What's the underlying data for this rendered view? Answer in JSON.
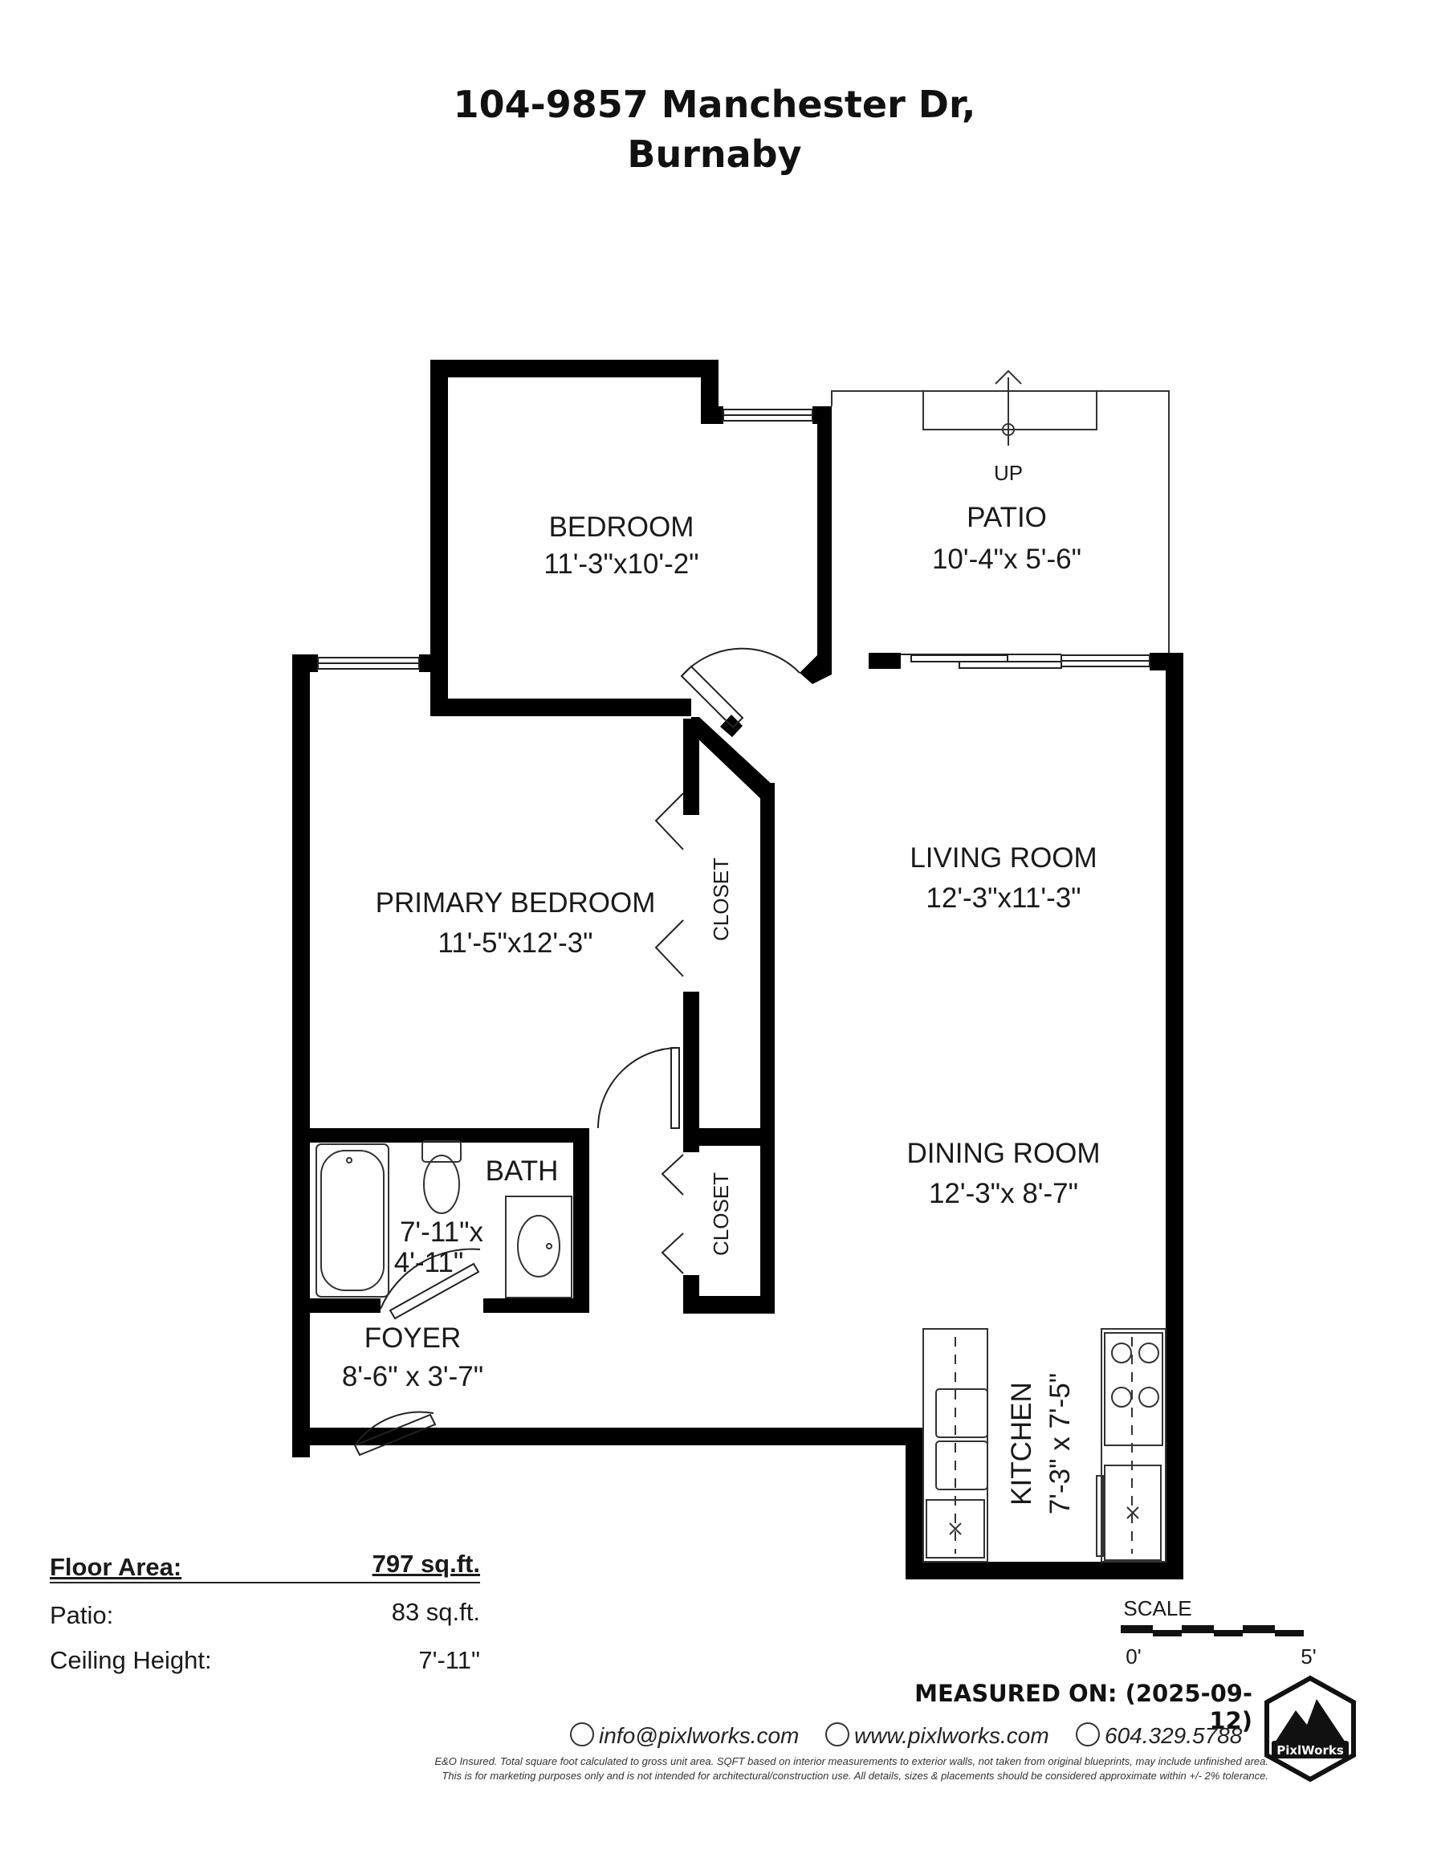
{
  "title": {
    "line1": "104-9857 Manchester Dr,",
    "line2": "Burnaby"
  },
  "rooms": {
    "bedroom": {
      "name": "BEDROOM",
      "dims": "11'-3\"x10'-2\""
    },
    "patio": {
      "name": "PATIO",
      "dims": "10'-4\"x  5'-6\"",
      "stair": "UP"
    },
    "living": {
      "name": "LIVING ROOM",
      "dims": "12'-3\"x11'-3\""
    },
    "primary": {
      "name": "PRIMARY BEDROOM",
      "dims": "11'-5\"x12'-3\""
    },
    "closet1": {
      "name": "CLOSET"
    },
    "closet2": {
      "name": "CLOSET"
    },
    "bath": {
      "name": "BATH",
      "dims1": "7'-11\"x",
      "dims2": "4'-11\""
    },
    "dining": {
      "name": "DINING ROOM",
      "dims": "12'-3\"x  8'-7\""
    },
    "foyer": {
      "name": "FOYER",
      "dims": "8'-6\" x 3'-7\""
    },
    "kitchen": {
      "name": "KITCHEN",
      "dims": "7'-3\" x 7'-5\""
    }
  },
  "areas": [
    {
      "label": "Floor Area:",
      "value": "797 sq.ft."
    },
    {
      "label": "Patio:",
      "value": "83 sq.ft."
    },
    {
      "label": "Ceiling Height:",
      "value": "7'-11\""
    }
  ],
  "scale": {
    "label": "SCALE",
    "start": "0'",
    "end": "5'"
  },
  "measured": "MEASURED ON: (2025-09-12)",
  "contact": {
    "email": "info@pixlworks.com",
    "web": "www.pixlworks.com",
    "phone": "604.329.5788"
  },
  "disclaimer": {
    "line1": "E&O Insured.  Total square foot calculated to gross unit area. SQFT based on interior measurements to exterior walls, not taken from original blueprints, may include unfinished area.",
    "line2": "This is for marketing purposes only and is not intended for architectural/construction use.  All details, sizes & placements should be considered approximate within +/- 2%  tolerance."
  },
  "logo": {
    "text": "PixlWorks"
  },
  "colors": {
    "wall": "#000000",
    "line": "#222222"
  }
}
